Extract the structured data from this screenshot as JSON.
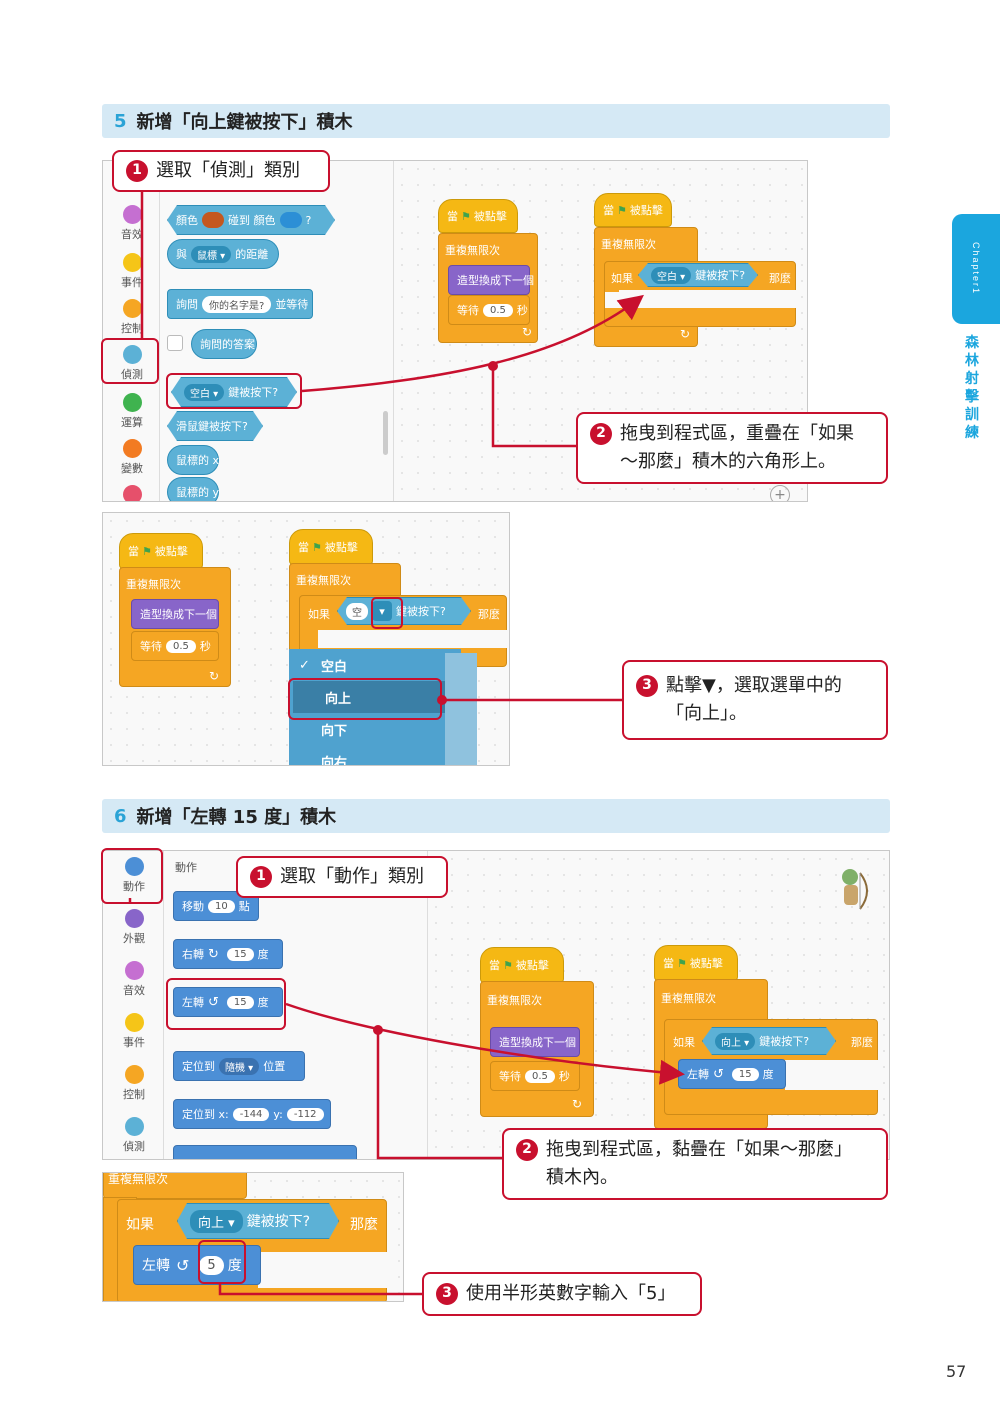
{
  "side": {
    "chapter": "Chapter1",
    "title": "森林射擊訓練"
  },
  "page_number": "57",
  "s5": {
    "num": "5",
    "title": "新增「向上鍵被按下」積木",
    "cats": [
      "音效",
      "事件",
      "控制",
      "偵測",
      "運算",
      "變數"
    ],
    "palette": {
      "color_touch_a": "顏色",
      "color_touch_b": "碰到 顏色",
      "color_touch_c": "?",
      "dist_a": "與",
      "dist_drop": "鼠標",
      "dist_b": "的距離",
      "ask_a": "詢問",
      "ask_pill": "你的名字是?",
      "ask_b": "並等待",
      "answer": "詢問的答案",
      "key_drop": "空白",
      "key_label": "鍵被按下?",
      "mouse_down": "滑鼠鍵被按下?",
      "mouse_x": "鼠標的 x",
      "mouse_y": "鼠標的 y"
    },
    "script1": {
      "hat_a": "當",
      "hat_b": "被點擊",
      "forever": "重複無限次",
      "next_costume": "造型換成下一個",
      "wait_a": "等待",
      "wait_val": "0.5",
      "wait_b": "秒"
    },
    "script2": {
      "hat_a": "當",
      "hat_b": "被點擊",
      "forever": "重複無限次",
      "if_a": "如果",
      "key_drop": "空白",
      "key_label": "鍵被按下?",
      "if_b": "那麼"
    },
    "step1": {
      "badge": "1",
      "text": "選取「偵測」類別"
    },
    "step2": {
      "badge": "2",
      "line1": "拖曳到程式區，重疊在「如果",
      "line2": "～那麼」積木的六角形上。"
    },
    "zoom": {
      "hat_a": "當",
      "hat_b": "被點擊",
      "forever": "重複無限次",
      "next_costume": "造型換成下一個",
      "wait_a": "等待",
      "wait_val": "0.5",
      "wait_b": "秒",
      "if_a": "如果",
      "key_short": "空",
      "key_label": "鍵被按下?",
      "if_b": "那麼",
      "menu": [
        "空白",
        "向上",
        "向下",
        "向右"
      ],
      "check": "✓"
    },
    "step3": {
      "badge": "3",
      "line1": "點擊▼，選取選單中的",
      "line2": "「向上」。"
    }
  },
  "s6": {
    "num": "6",
    "title": "新增「左轉 15 度」積木",
    "cats": [
      "動作",
      "外觀",
      "音效",
      "事件",
      "控制",
      "偵測"
    ],
    "palette_head": "動作",
    "palette": {
      "move_a": "移動",
      "move_val": "10",
      "move_b": "點",
      "right_a": "右轉",
      "right_val": "15",
      "right_b": "度",
      "left_a": "左轉",
      "left_val": "15",
      "left_b": "度",
      "goto_a": "定位到",
      "goto_drop": "隨機",
      "goto_b": "位置",
      "gotoxy_a": "定位到 x:",
      "gotoxy_x": "-144",
      "gotoxy_b": "y:",
      "gotoxy_y": "-112"
    },
    "script1": {
      "hat_a": "當",
      "hat_b": "被點擊",
      "forever": "重複無限次",
      "next_costume": "造型換成下一個",
      "wait_a": "等待",
      "wait_val": "0.5",
      "wait_b": "秒"
    },
    "script2": {
      "hat_a": "當",
      "hat_b": "被點擊",
      "forever": "重複無限次",
      "if_a": "如果",
      "key_drop": "向上",
      "key_label": "鍵被按下?",
      "if_b": "那麼",
      "turn_a": "左轉",
      "turn_val": "15",
      "turn_b": "度"
    },
    "step1": {
      "badge": "1",
      "text": "選取「動作」類別"
    },
    "step2": {
      "badge": "2",
      "line1": "拖曳到程式區，黏疊在「如果～那麼」",
      "line2": "積木內。"
    },
    "zoom": {
      "forever": "重複無限次",
      "if_a": "如果",
      "key_drop": "向上",
      "key_label": "鍵被按下?",
      "if_b": "那麼",
      "turn_a": "左轉",
      "turn_val": "5",
      "turn_b": "度"
    },
    "step3": {
      "badge": "3",
      "text": "使用半形英數字輸入「5」"
    }
  },
  "colors": {
    "accent_red": "#c8102e",
    "section_bg": "#d5e9f5",
    "chapter_blue": "#1ba6de",
    "sensing": "#5cb1d6",
    "control": "#f5a623",
    "events": "#f5b814",
    "looks": "#8865c9",
    "motion": "#4c8fd6"
  }
}
